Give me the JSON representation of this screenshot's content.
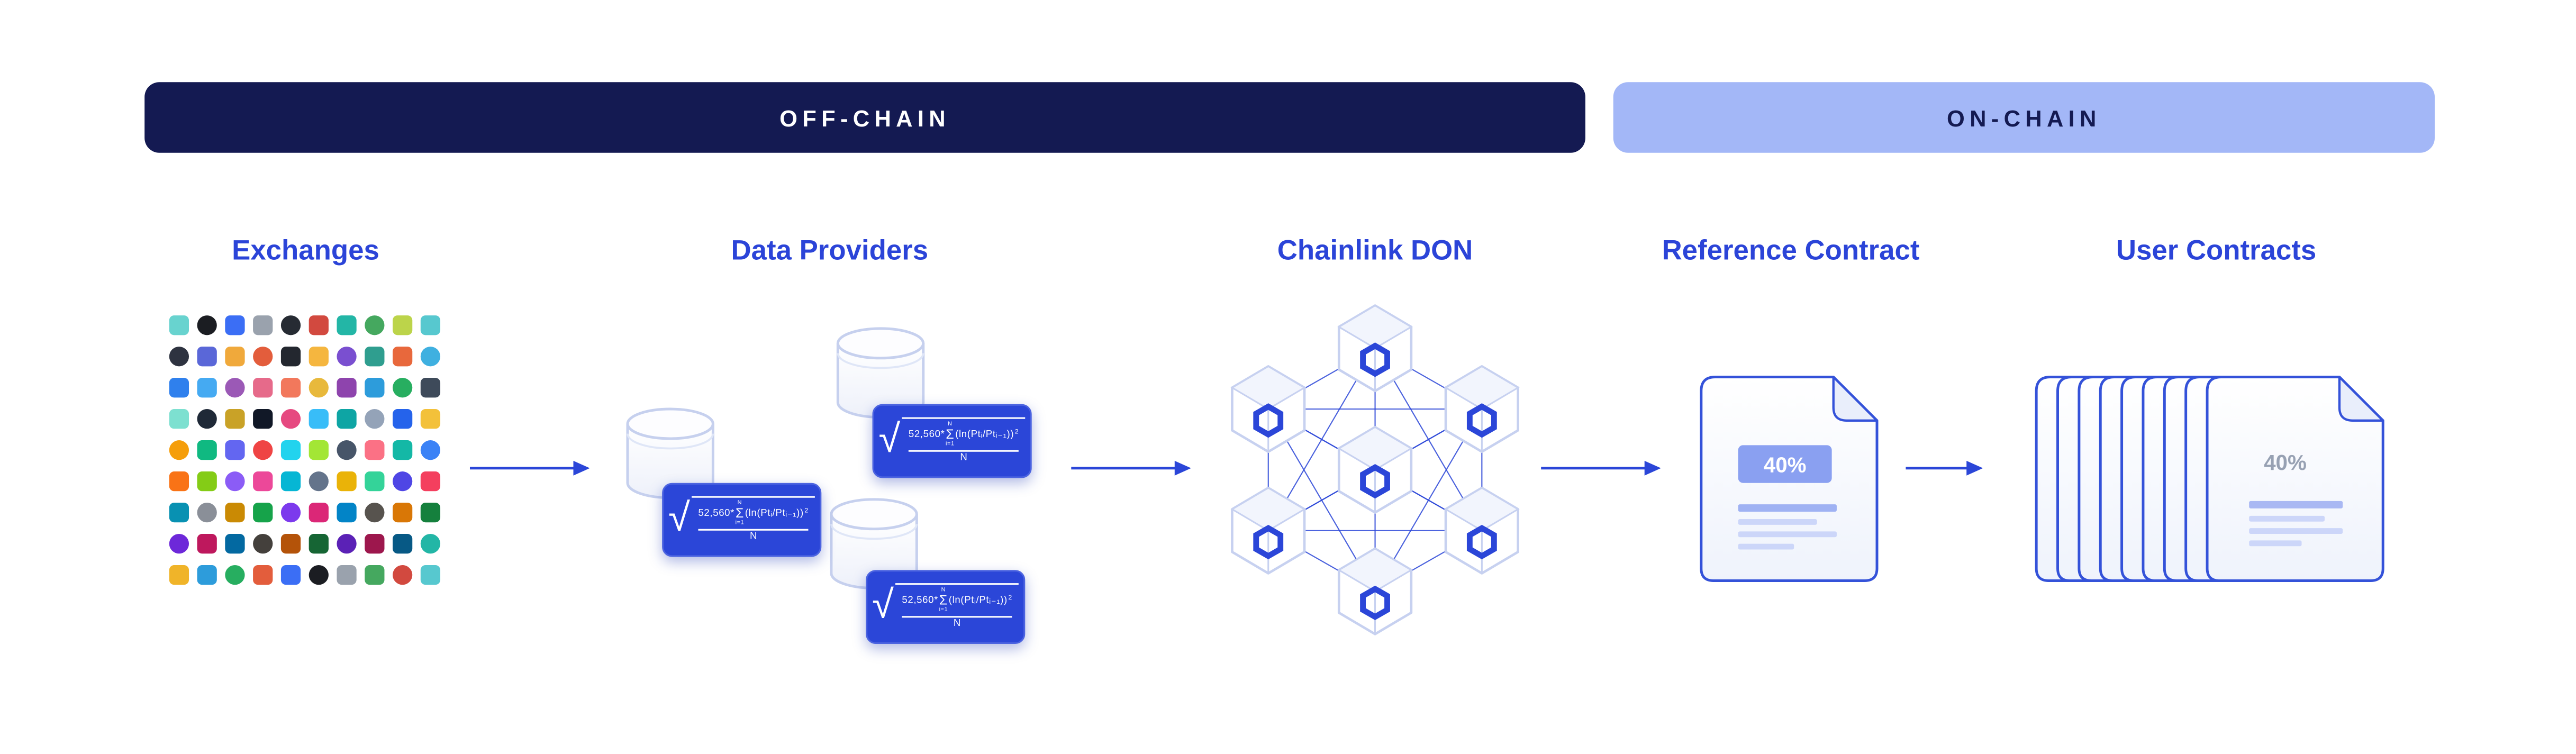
{
  "banners": {
    "off_chain": {
      "label": "OFF-CHAIN"
    },
    "on_chain": {
      "label": "ON-CHAIN"
    }
  },
  "sections": {
    "exchanges": {
      "title": "Exchanges"
    },
    "data_providers": {
      "title": "Data Providers"
    },
    "chainlink_don": {
      "title": "Chainlink DON"
    },
    "reference_contract": {
      "title": "Reference Contract",
      "value": "40%"
    },
    "user_contracts": {
      "title": "User Contracts",
      "value": "40%",
      "stack_count": 9
    }
  },
  "formula": {
    "radical": "√",
    "prefix": "52,560*",
    "sigma": "Σ",
    "sigma_upper": "N",
    "sigma_lower": "i=1",
    "body": "(ln(Ptᵢ/Ptᵢ₋₁))",
    "exponent": "2",
    "denominator": "N"
  },
  "colors": {
    "navy": "#141a52",
    "periwinkle": "#a3b7f7",
    "accent_blue": "#2b44d8",
    "card_blue": "#2b46d8",
    "doc_stroke": "#3452d9",
    "badge_blue": "#8aa0f1",
    "doc_line": "#a9b8f3",
    "doc_line_light": "#ccd6f9",
    "cube_stroke": "#c7d1f0"
  },
  "exchange_icons": [
    "#68d3cf",
    "#1b1d22",
    "#3b6ef5",
    "#9aa2ad",
    "#262b33",
    "#d2493f",
    "#23b6a6",
    "#45a85f",
    "#bcd44a",
    "#57c8cf",
    "#2e3340",
    "#5a67d8",
    "#f0a93b",
    "#e35d3c",
    "#23272f",
    "#f5b63f",
    "#7a4fd0",
    "#2f9e8f",
    "#e8683c",
    "#3fb0e0",
    "#2f80ed",
    "#45aaf2",
    "#9b59b6",
    "#e66a8a",
    "#f2785c",
    "#e8b93c",
    "#8e44ad",
    "#2d9cdb",
    "#27ae60",
    "#3e4a5a",
    "#7de0d0",
    "#1f2937",
    "#c9a227",
    "#111827",
    "#e64980",
    "#38bdf8",
    "#0ea5a4",
    "#94a3b8",
    "#2563eb",
    "#f3c13a",
    "#f59e0b",
    "#10b981",
    "#6366f1",
    "#ef4444",
    "#22d3ee",
    "#a3e635",
    "#475569",
    "#fb7185",
    "#14b8a6",
    "#3b82f6",
    "#f97316",
    "#84cc16",
    "#8b5cf6",
    "#ec4899",
    "#06b6d4",
    "#64748b",
    "#eab308",
    "#34d399",
    "#4f46e5",
    "#f43f5e",
    "#0891b2",
    "#8a8f98",
    "#ca8a04",
    "#16a34a",
    "#7c3aed",
    "#db2777",
    "#0284c7",
    "#57534e",
    "#d97706",
    "#15803d",
    "#6d28d9",
    "#be185d",
    "#0369a1",
    "#44403c",
    "#b45309",
    "#166534",
    "#5b21b6",
    "#9d174d",
    "#075985",
    "#23b6a6",
    "#f0b429",
    "#2d9cdb",
    "#27ae60",
    "#e35d3c",
    "#3b6ef5",
    "#1b1d22",
    "#9aa2ad",
    "#45a85f",
    "#d2493f",
    "#57c8cf"
  ]
}
